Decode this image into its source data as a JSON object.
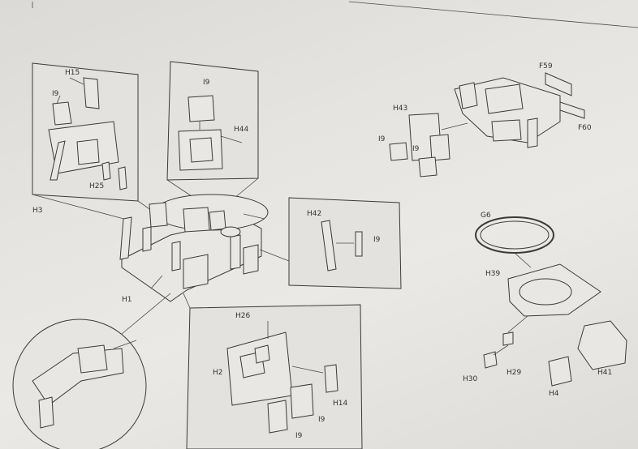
{
  "labels": {
    "h15": "H15",
    "i9_top_left": "I9",
    "h25_left": "H25",
    "h3_left": "H3",
    "i9_center_top": "I9",
    "h44": "H44",
    "h1": "H1",
    "h42": "H42",
    "i9_right_box": "I9",
    "h26": "H26",
    "h2": "H2",
    "h14": "H14",
    "i9_bottom_a": "I9",
    "i9_bottom_b": "I9",
    "f59": "F59",
    "f60": "F60",
    "h43": "H43",
    "i9_far_a": "I9",
    "i9_far_b": "I9",
    "g6": "G6",
    "h39": "H39",
    "h41": "H41",
    "h4": "H4",
    "h29": "H29",
    "h30": "H30"
  }
}
